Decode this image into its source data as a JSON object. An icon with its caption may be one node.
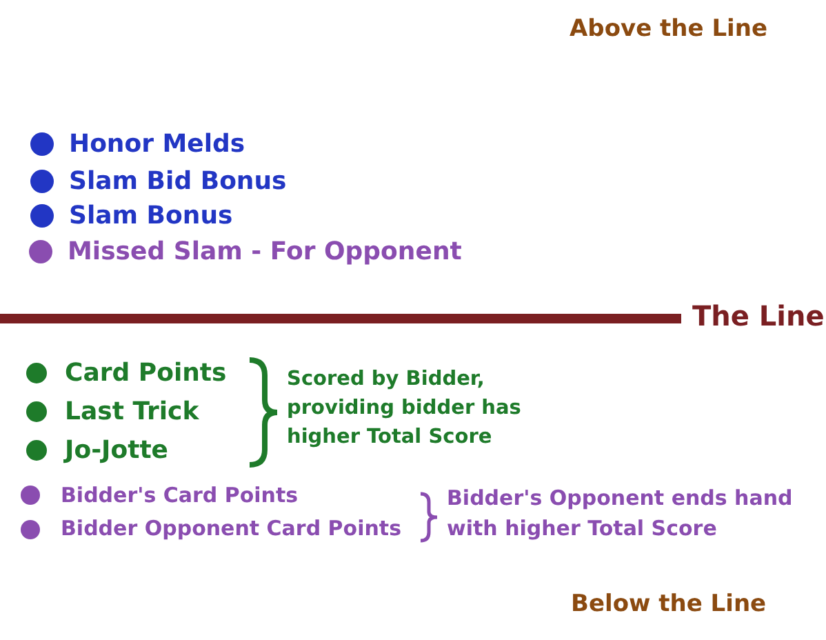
{
  "diagram": {
    "labels": [
      "Above the Line",
      "Honor Melds",
      "Slam Bid Bonus",
      "Slam Bonus",
      "Missed Slam - For Opponent",
      "The Line",
      "Card Points",
      "Last Trick",
      "Jo-Jotte",
      "Scored by Bidder, providing bidder has higher Total Score",
      "Bidder's Card Points",
      "Bidder Opponent Card Points",
      "Bidder's Opponent ends hand with higher Total Score",
      "Below the Line"
    ]
  }
}
